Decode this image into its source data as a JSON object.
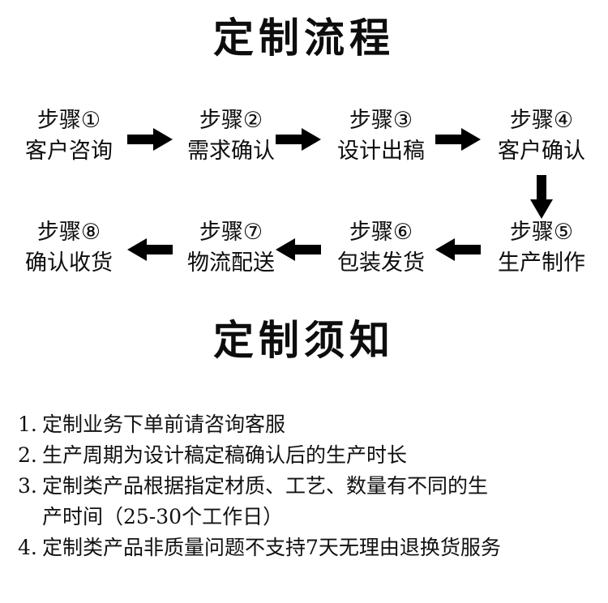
{
  "headings": {
    "process": "定制流程",
    "notice": "定制须知"
  },
  "flow": {
    "row1": [
      {
        "num": "步骤①",
        "label": "客户咨询"
      },
      {
        "num": "步骤②",
        "label": "需求确认"
      },
      {
        "num": "步骤③",
        "label": "设计出稿"
      },
      {
        "num": "步骤④",
        "label": "客户确认"
      }
    ],
    "row2": [
      {
        "num": "步骤⑧",
        "label": "确认收货"
      },
      {
        "num": "步骤⑦",
        "label": "物流配送"
      },
      {
        "num": "步骤⑥",
        "label": "包装发货"
      },
      {
        "num": "步骤⑤",
        "label": "生产制作"
      }
    ],
    "arrows": [
      {
        "name": "arrow-step1-to-step2",
        "direction": "right"
      },
      {
        "name": "arrow-step2-to-step3",
        "direction": "right"
      },
      {
        "name": "arrow-step3-to-step4",
        "direction": "right"
      },
      {
        "name": "arrow-step4-to-step5",
        "direction": "down"
      },
      {
        "name": "arrow-step5-to-step6",
        "direction": "left"
      },
      {
        "name": "arrow-step6-to-step7",
        "direction": "left"
      },
      {
        "name": "arrow-step7-to-step8",
        "direction": "left"
      }
    ]
  },
  "notes": [
    {
      "num": "1.",
      "text": "定制业务下单前请咨询客服",
      "cont": ""
    },
    {
      "num": "2.",
      "text": "生产周期为设计稿定稿确认后的生产时长",
      "cont": ""
    },
    {
      "num": "3.",
      "text": "定制类产品根据指定材质、工艺、数量有不同的生",
      "cont": "产时间（25-30个工作日）"
    },
    {
      "num": "4.",
      "text": "定制类产品非质量问题不支持7天无理由退换货服务",
      "cont": ""
    }
  ],
  "colors": {
    "text": "#111111",
    "arrow": "#000000",
    "background": "#ffffff"
  }
}
